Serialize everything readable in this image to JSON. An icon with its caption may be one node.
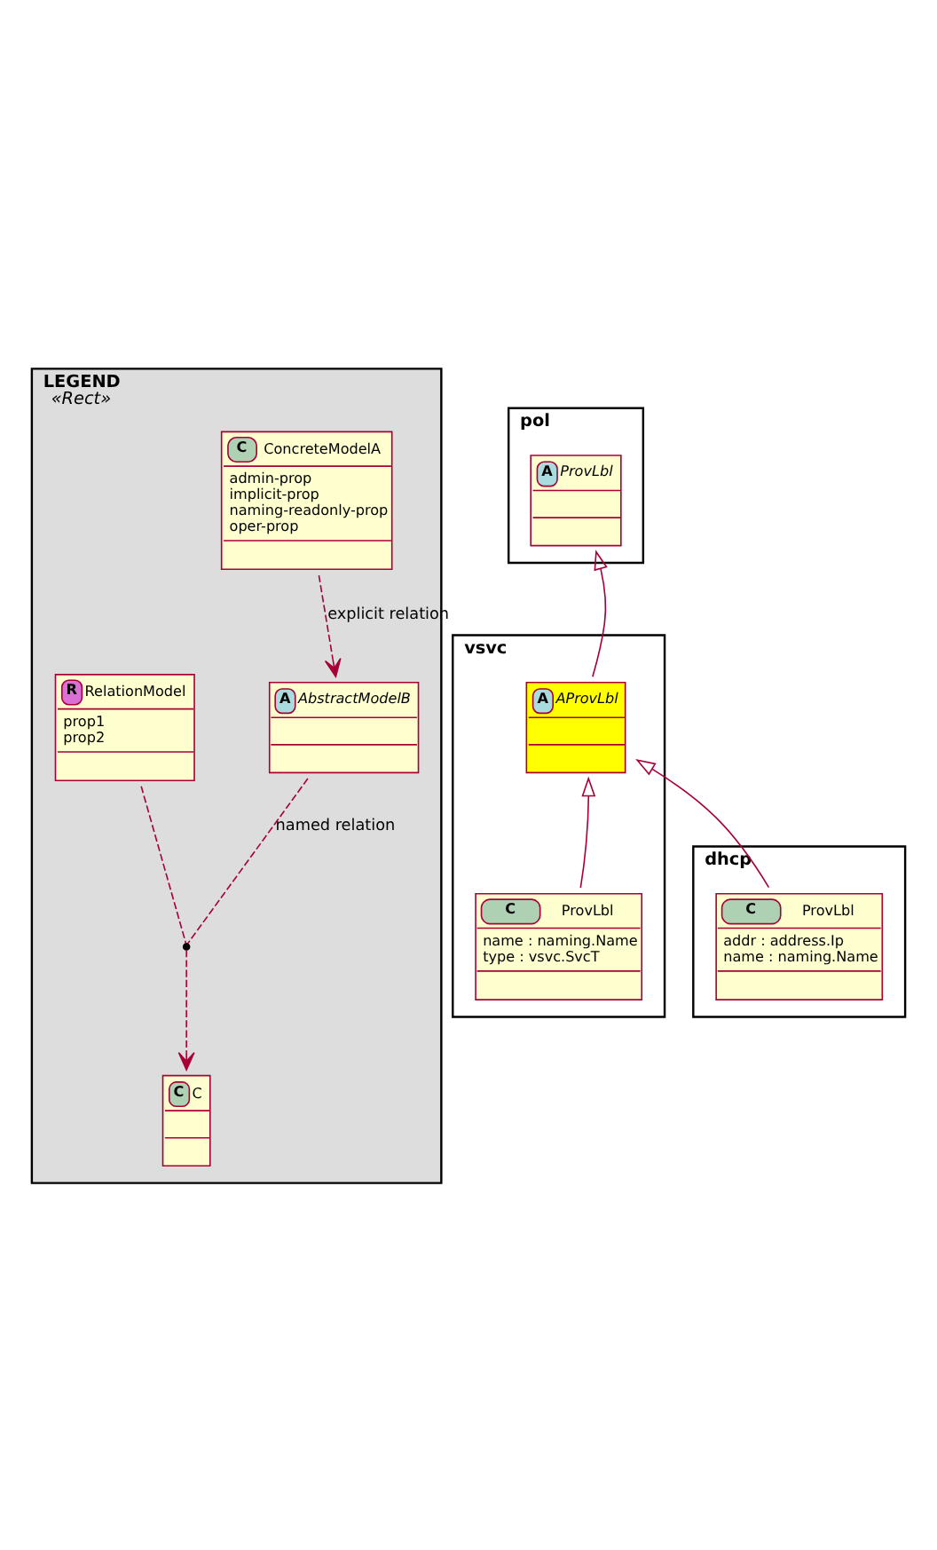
{
  "diagram": {
    "nodes": [
      {
        "text": [
          "LEGEND",
          "«Rect»"
        ]
      },
      {
        "text": [
          "C",
          "ConcreteModelA",
          "admin-prop",
          "implicit-prop",
          "naming-readonly-prop",
          "oper-prop"
        ],
        "in": 0
      },
      {
        "text": [
          "A",
          "AbstractModelB"
        ],
        "in": 0
      },
      {
        "text": [],
        "shape": "dot",
        "in": 0
      },
      {
        "text": [
          "R",
          "RelationModel",
          "prop1",
          "prop2"
        ],
        "in": 0
      },
      {
        "text": [
          "C",
          "C"
        ],
        "in": 0
      },
      {
        "text": [
          "pol"
        ]
      },
      {
        "text": [
          "A",
          "ProvLbl"
        ],
        "in": 6
      },
      {
        "text": [
          "vsvc"
        ]
      },
      {
        "text": [
          "A",
          "AProvLbl"
        ],
        "in": 8
      },
      {
        "text": [
          "C",
          "ProvLbl",
          "name : naming.Name",
          "type : vsvc.SvcT"
        ],
        "in": 8
      },
      {
        "text": [
          "dhcp"
        ]
      },
      {
        "text": [
          "C",
          "ProvLbl",
          "addr : address.Ip",
          "name : naming.Name"
        ],
        "in": 11
      }
    ],
    "edges": [
      {
        "from": 1,
        "to": 2,
        "arrow": "to",
        "style": "dashed",
        "label": "explicit relation"
      },
      {
        "from": 2,
        "to": 3,
        "arrow": "none",
        "style": "dashed",
        "label": "named relation"
      },
      {
        "from": 3,
        "to": 5,
        "arrow": "to",
        "style": "dashed"
      },
      {
        "from": 4,
        "to": 3,
        "arrow": "none",
        "style": "dashed"
      },
      {
        "from": 9,
        "to": 7,
        "arrow": "to"
      },
      {
        "from": 10,
        "to": 9,
        "arrow": "to"
      },
      {
        "from": 12,
        "to": 9,
        "arrow": "to"
      }
    ]
  }
}
